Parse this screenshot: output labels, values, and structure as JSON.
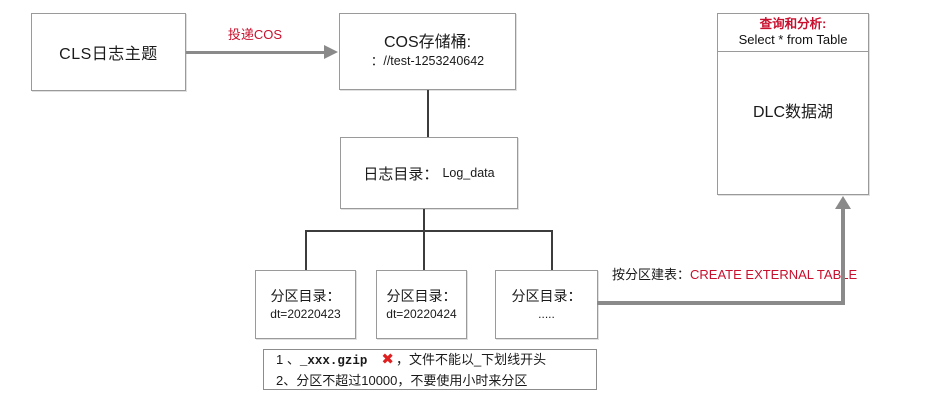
{
  "colors": {
    "red": "#c8102e",
    "arrow_gray": "#8a8a8a",
    "connector_dark": "#3c3c3c",
    "box_border": "#9a9a9a"
  },
  "nodes": {
    "cls": {
      "label": "CLS日志主题"
    },
    "cos": {
      "title": "COS存储桶:",
      "path": "：//test-1253240642"
    },
    "log_dir": {
      "title": "日志目录：",
      "value": "Log_data"
    },
    "dlc": {
      "query_label": "查询和分析:",
      "query_sql": "Select * from Table",
      "label": "DLC数据湖"
    }
  },
  "partitions": [
    {
      "title": "分区目录：",
      "value": "dt=20220423"
    },
    {
      "title": "分区目录：",
      "value": "dt=20220424"
    },
    {
      "title": "分区目录：",
      "value": "....."
    }
  ],
  "edges": {
    "deliver": {
      "label": "投递COS"
    },
    "create_table": {
      "prefix": "按分区建表：",
      "highlight": "CREATE EXTERNAL TABLE"
    }
  },
  "note": {
    "line1_num": "1 、",
    "line1_code": "_xxx.gzip",
    "line1_mark": "✖",
    "line1_rest": "，文件不能以_下划线开头",
    "line2": "2、分区不超过10000，不要使用小时来分区"
  }
}
